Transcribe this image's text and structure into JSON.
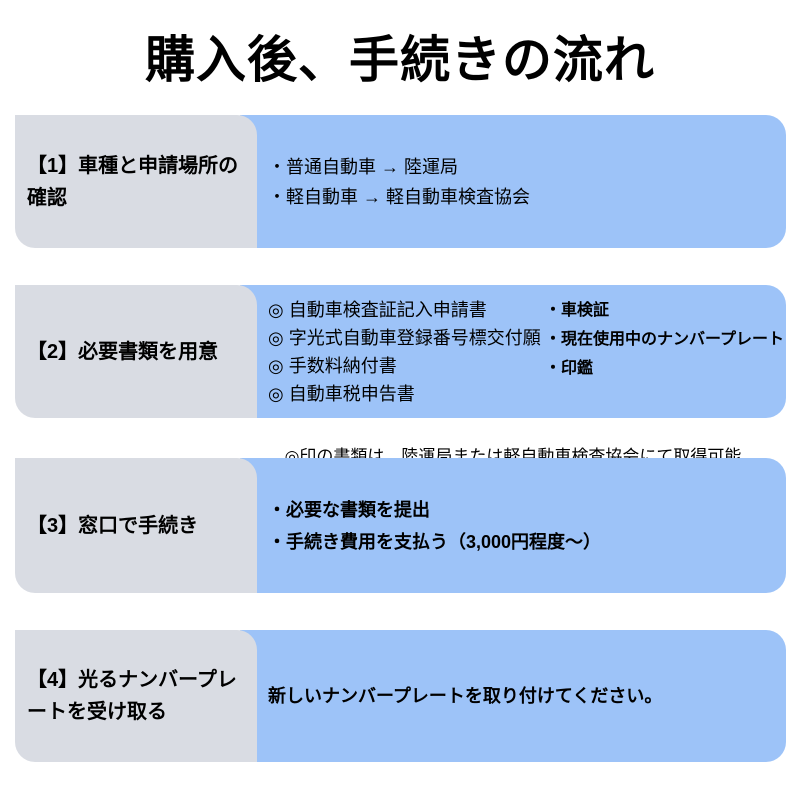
{
  "title": "購入後、手続きの流れ",
  "colors": {
    "content_box": "#9dc3f8",
    "label_box": "#d9dce3",
    "text": "#000000",
    "background": "#ffffff"
  },
  "steps": [
    {
      "label": "【1】車種と申請場所の確認",
      "items": [
        "・普通自動車 → 陸運局",
        "・軽自動車 → 軽自動車検査協会"
      ]
    },
    {
      "label": "【2】必要書類を用意",
      "documents": [
        "◎ 自動車検査証記入申請書",
        "◎ 字光式自動車登録番号標交付願",
        "◎ 手数料納付書",
        "◎ 自動車税申告書"
      ],
      "bring_items": [
        "・車検証",
        "・現在使用中のナンバープレート",
        "・印鑑"
      ],
      "note": "◎印の書類は、陸運局または軽自動車検査協会にて取得可能"
    },
    {
      "label": "【3】窓口で手続き",
      "items": [
        "・必要な書類を提出",
        "・手続き費用を支払う（3,000円程度～）"
      ]
    },
    {
      "label": "【4】光るナンバープレートを受け取る",
      "items": [
        "新しいナンバープレートを取り付けてください。"
      ]
    }
  ]
}
